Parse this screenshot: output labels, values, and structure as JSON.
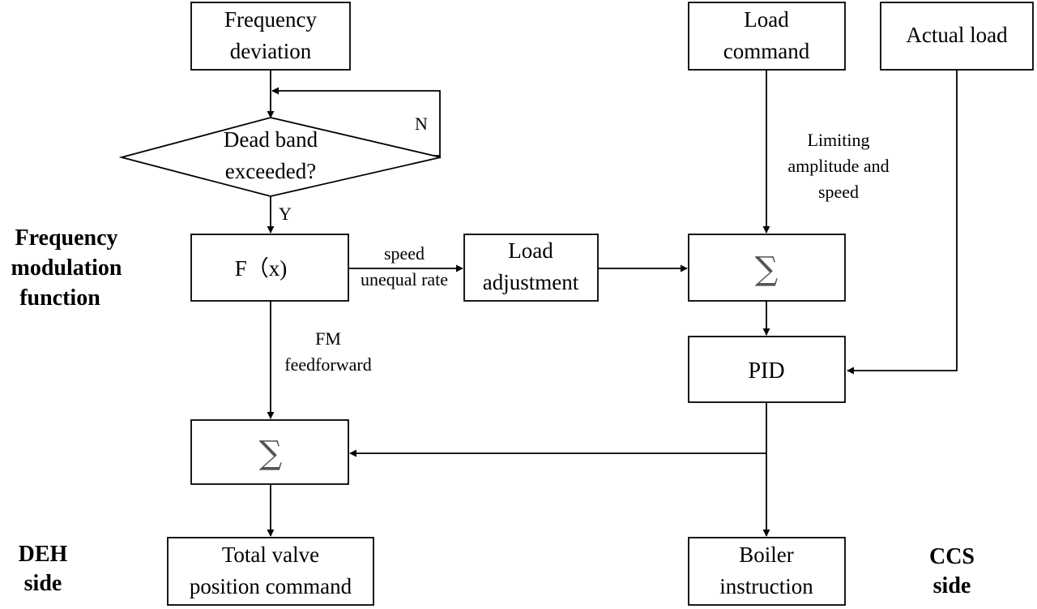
{
  "nodes": {
    "freq_dev": [
      "Frequency",
      "deviation"
    ],
    "dead_band": [
      "Dead band",
      "exceeded?"
    ],
    "fx": "F（x)",
    "load_adj": [
      "Load",
      "adjustment"
    ],
    "load_cmd": [
      "Load",
      "command"
    ],
    "actual_load": "Actual load",
    "sum_top": "∑",
    "pid": "PID",
    "sum_bottom": "∑",
    "total_valve": [
      "Total valve",
      "position command"
    ],
    "boiler": [
      "Boiler",
      "instruction"
    ]
  },
  "edge_labels": {
    "no": "N",
    "yes": "Y",
    "speed_rate": [
      "speed",
      "unequal rate"
    ],
    "limiting": [
      "Limiting",
      "amplitude and",
      "speed"
    ],
    "fm_ff": [
      "FM",
      "feedforward"
    ]
  },
  "side_labels": {
    "fm_function": [
      "Frequency",
      "modulation",
      "function"
    ],
    "deh": [
      "DEH",
      "side"
    ],
    "ccs": [
      "CCS",
      "side"
    ]
  }
}
